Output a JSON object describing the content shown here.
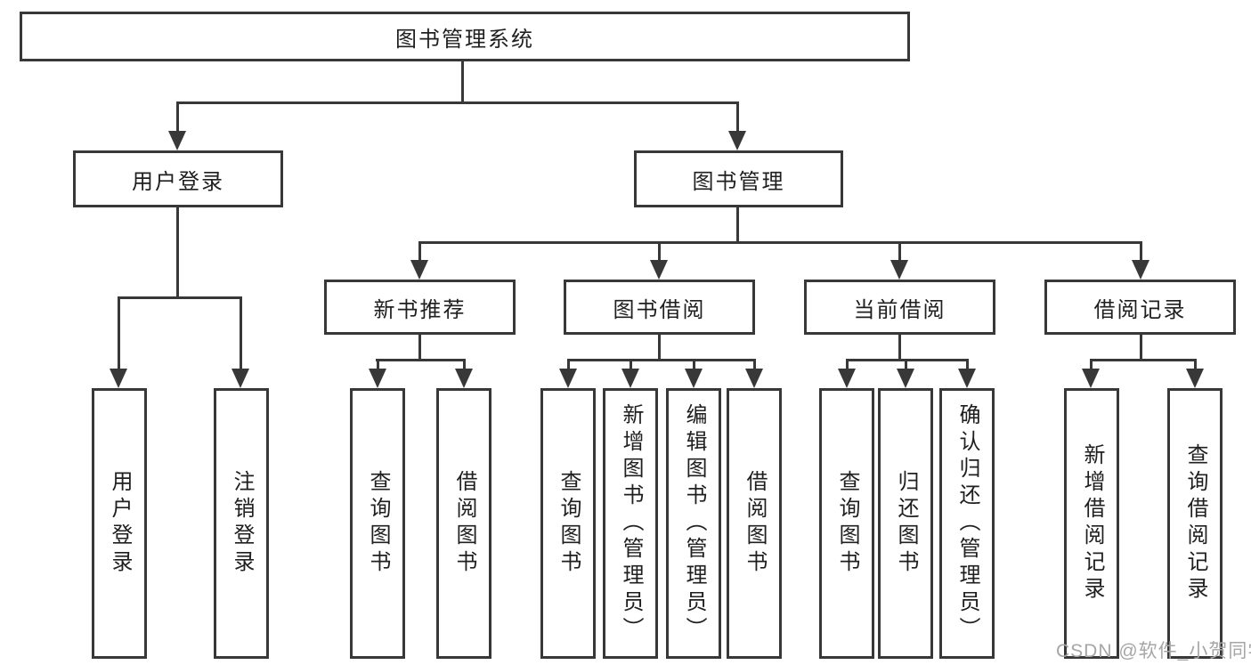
{
  "diagram": {
    "root": {
      "label": "图书管理系统"
    },
    "children": [
      {
        "label": "用户登录",
        "children": [
          {
            "label": "用户登录"
          },
          {
            "label": "注销登录"
          }
        ]
      },
      {
        "label": "图书管理",
        "children": [
          {
            "label": "新书推荐",
            "children": [
              {
                "label": "查询图书"
              },
              {
                "label": "借阅图书"
              }
            ]
          },
          {
            "label": "图书借阅",
            "children": [
              {
                "label": "查询图书"
              },
              {
                "label": "新增图书（管理员）"
              },
              {
                "label": "编辑图书（管理员）"
              },
              {
                "label": "借阅图书"
              }
            ]
          },
          {
            "label": "当前借阅",
            "children": [
              {
                "label": "查询图书"
              },
              {
                "label": "归还图书"
              },
              {
                "label": "确认归还（管理员）"
              }
            ]
          },
          {
            "label": "借阅记录",
            "children": [
              {
                "label": "新增借阅记录"
              },
              {
                "label": "查询借阅记录"
              }
            ]
          }
        ]
      }
    ]
  },
  "watermark": {
    "text": "CSDN @软件_小贺同学"
  },
  "colors": {
    "line": "#383838",
    "text": "#1f1f1f",
    "watermark": "#a6a6a6",
    "background": "#ffffff"
  }
}
